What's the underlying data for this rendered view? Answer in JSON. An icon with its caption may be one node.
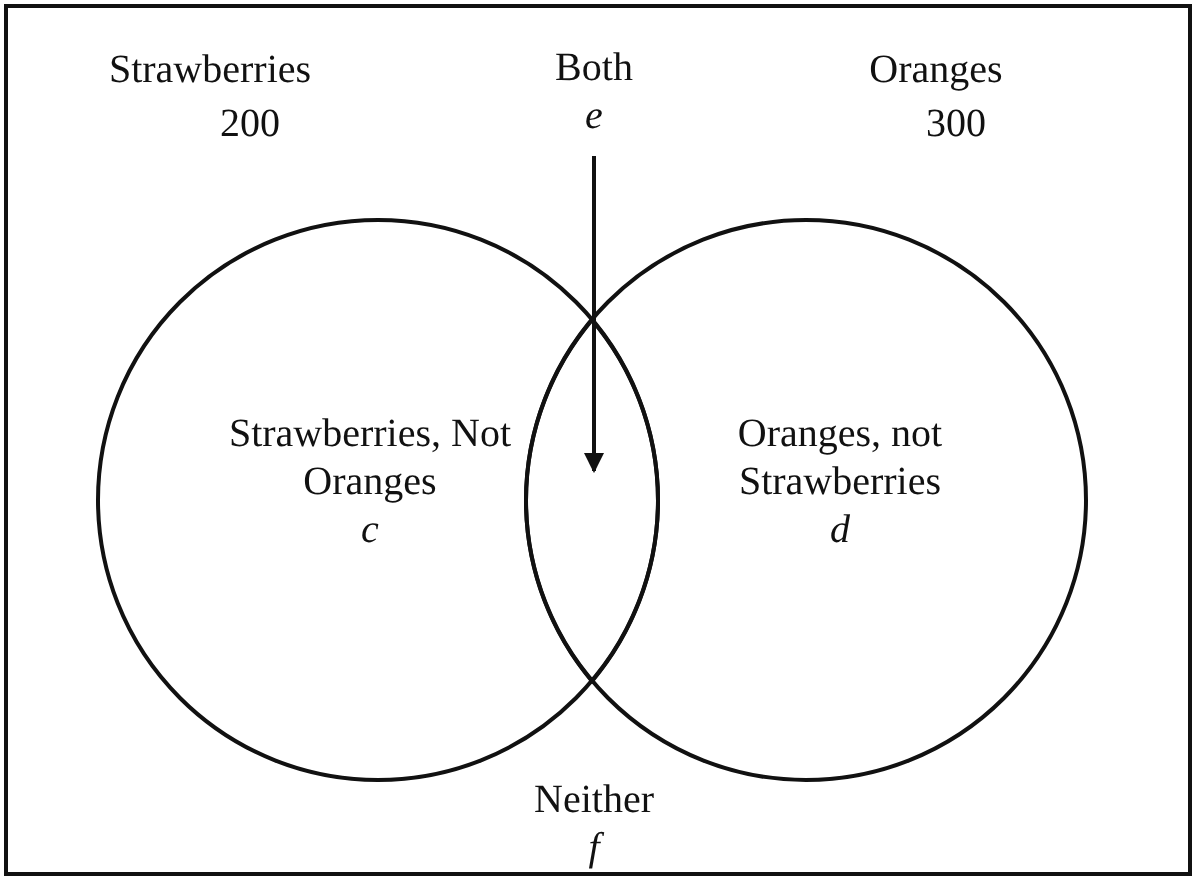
{
  "diagram": {
    "nodes": [
      {
        "text": [
          "Strawberries",
          "200"
        ]
      },
      {
        "text": [
          "Oranges",
          "300"
        ]
      },
      {
        "text": [
          "Strawberries, Not Oranges",
          "c"
        ],
        "in": 0
      },
      {
        "text": [
          "Oranges, not Strawberries",
          "d"
        ],
        "in": 1
      },
      {
        "text": [
          "Both",
          "e"
        ]
      },
      {
        "text": [],
        "shape": "lens"
      }
    ],
    "edges": [
      {
        "from": 4,
        "to": 5,
        "arrow": "to"
      }
    ],
    "labels": [
      "Neither",
      "f"
    ]
  }
}
